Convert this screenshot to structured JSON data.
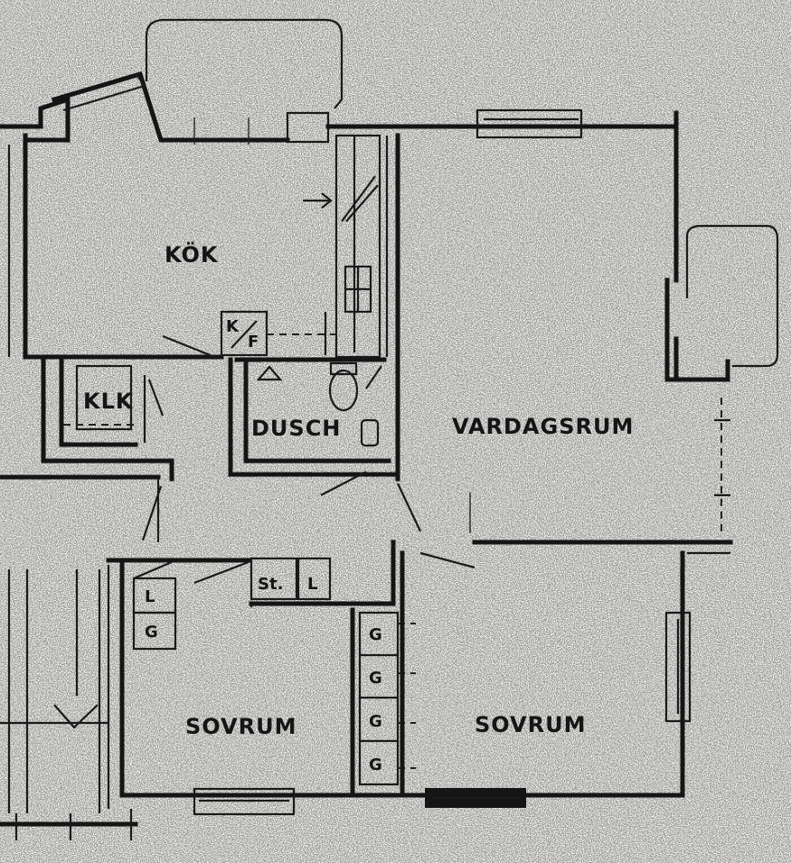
{
  "rooms": {
    "kok": "KÖK",
    "klk": "KLK",
    "dusch": "DUSCH",
    "vardagsrum": "VARDAGSRUM",
    "sovrum_left": "SOVRUM",
    "sovrum_right": "SOVRUM"
  },
  "fixtures": {
    "kf_top": "K",
    "kf_bottom": "F",
    "st": "St.",
    "l_hall": "L",
    "l_left": "L",
    "g_left": "G",
    "g_wardrobes": [
      "G",
      "G",
      "G",
      "G"
    ]
  },
  "colors": {
    "paper": "#f2f1ee",
    "ink": "#151515"
  }
}
